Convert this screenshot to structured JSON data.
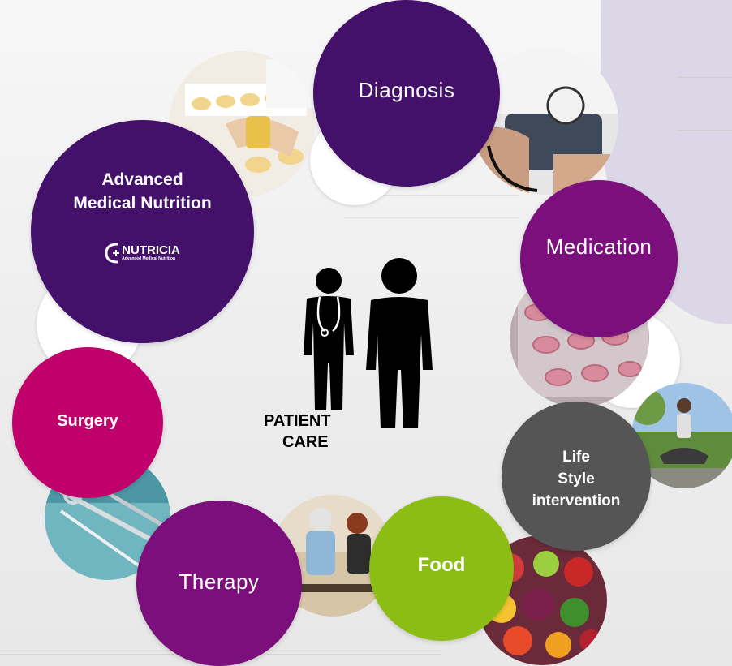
{
  "center": {
    "line1": "PATIENT",
    "line2": "CARE"
  },
  "bubbles": {
    "diagnosis": {
      "label": "Diagnosis",
      "color": "#43106a"
    },
    "medication": {
      "label": "Medication",
      "color": "#7b0f7b"
    },
    "lifestyle": {
      "line1": "Life",
      "line2": "Style",
      "line3": "intervention",
      "color": "#555555"
    },
    "food": {
      "label": "Food",
      "color": "#8cbd14"
    },
    "therapy": {
      "label": "Therapy",
      "color": "#7b0f7b"
    },
    "surgery": {
      "label": "Surgery",
      "color": "#c0006b"
    },
    "advanced": {
      "line1": "Advanced",
      "line2": "Medical Nutrition",
      "color": "#43106a"
    }
  },
  "logo": {
    "name": "NUTRICIA",
    "tagline": "Advanced Medical Nutrition"
  },
  "icons": {
    "doctor": "doctor-silhouette-icon",
    "patient": "patient-silhouette-icon"
  }
}
